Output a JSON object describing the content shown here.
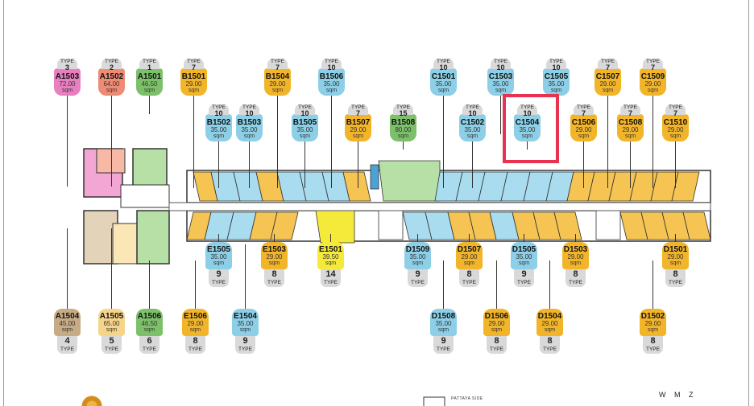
{
  "type_label": "TYPE",
  "sqm_label": "sqm",
  "colors": {
    "highlight": "#e83250"
  },
  "top_row1": [
    {
      "code": "A1503",
      "area": "72.00",
      "type": "3",
      "color": "pink"
    },
    {
      "code": "A1502",
      "area": "64.00",
      "type": "2",
      "color": "salmon"
    },
    {
      "code": "A1501",
      "area": "46.50",
      "type": "1",
      "color": "green"
    },
    {
      "code": "B1501",
      "area": "29.00",
      "type": "7",
      "color": "yellow"
    },
    {
      "code": "B1504",
      "area": "29.00",
      "type": "7",
      "color": "yellow"
    },
    {
      "code": "B1506",
      "area": "35.00",
      "type": "10",
      "color": "blue"
    },
    {
      "code": "C1501",
      "area": "35.00",
      "type": "10",
      "color": "blue"
    },
    {
      "code": "C1503",
      "area": "35.00",
      "type": "10",
      "color": "blue"
    },
    {
      "code": "C1505",
      "area": "35.00",
      "type": "10",
      "color": "blue"
    },
    {
      "code": "C1507",
      "area": "29.00",
      "type": "7",
      "color": "yellow"
    },
    {
      "code": "C1509",
      "area": "29.00",
      "type": "7",
      "color": "yellow"
    }
  ],
  "top_row2": [
    {
      "code": "B1502",
      "area": "35.00",
      "type": "10",
      "color": "blue"
    },
    {
      "code": "B1503",
      "area": "35.00",
      "type": "10",
      "color": "blue"
    },
    {
      "code": "B1505",
      "area": "35.00",
      "type": "10",
      "color": "blue"
    },
    {
      "code": "B1507",
      "area": "29.00",
      "type": "7",
      "color": "yellow"
    },
    {
      "code": "B1508",
      "area": "80.00",
      "type": "15",
      "color": "green"
    },
    {
      "code": "C1502",
      "area": "35.00",
      "type": "10",
      "color": "blue"
    },
    {
      "code": "C1504",
      "area": "35.00",
      "type": "10",
      "color": "blue"
    },
    {
      "code": "C1506",
      "area": "29.00",
      "type": "7",
      "color": "yellow"
    },
    {
      "code": "C1508",
      "area": "29.00",
      "type": "7",
      "color": "yellow"
    },
    {
      "code": "C1510",
      "area": "29.00",
      "type": "7",
      "color": "yellow"
    }
  ],
  "bottom_row1": [
    {
      "code": "E1505",
      "area": "35.00",
      "type": "9",
      "color": "blue"
    },
    {
      "code": "E1503",
      "area": "29.00",
      "type": "8",
      "color": "yellow"
    },
    {
      "code": "E1501",
      "area": "39.50",
      "type": "14",
      "color": "lemon"
    },
    {
      "code": "D1509",
      "area": "35.00",
      "type": "9",
      "color": "blue"
    },
    {
      "code": "D1507",
      "area": "29.00",
      "type": "8",
      "color": "yellow"
    },
    {
      "code": "D1505",
      "area": "35.00",
      "type": "9",
      "color": "blue"
    },
    {
      "code": "D1503",
      "area": "29.00",
      "type": "8",
      "color": "yellow"
    },
    {
      "code": "D1501",
      "area": "29.00",
      "type": "8",
      "color": "yellow"
    }
  ],
  "bottom_row2": [
    {
      "code": "A1504",
      "area": "45.00",
      "type": "4",
      "color": "khaki"
    },
    {
      "code": "A1505",
      "area": "65.00",
      "type": "5",
      "color": "cream"
    },
    {
      "code": "A1506",
      "area": "46.50",
      "type": "6",
      "color": "green"
    },
    {
      "code": "E1506",
      "area": "29.00",
      "type": "8",
      "color": "yellow"
    },
    {
      "code": "E1504",
      "area": "35.00",
      "type": "9",
      "color": "blue"
    },
    {
      "code": "D1508",
      "area": "35.00",
      "type": "9",
      "color": "blue"
    },
    {
      "code": "D1506",
      "area": "29.00",
      "type": "8",
      "color": "yellow"
    },
    {
      "code": "D1504",
      "area": "29.00",
      "type": "8",
      "color": "yellow"
    },
    {
      "code": "D1502",
      "area": "29.00",
      "type": "8",
      "color": "yellow"
    }
  ],
  "footer": {
    "side_label": "PATTAYA SIDE"
  }
}
